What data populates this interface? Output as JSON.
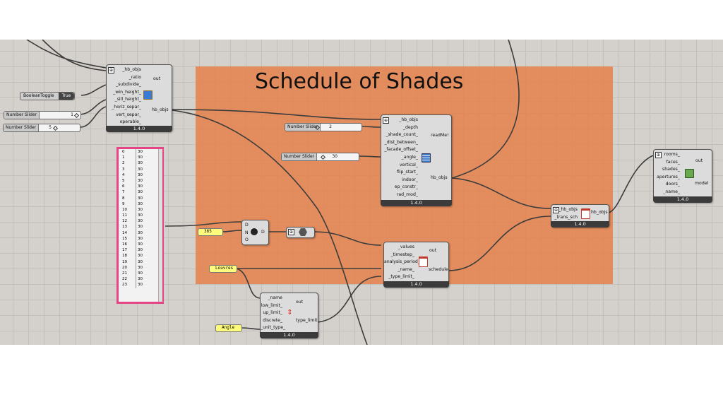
{
  "group": {
    "title": "Schedule of Shades"
  },
  "version": "1.4.0",
  "comp_top_left": {
    "inputs": [
      "_hb_objs",
      "_ratio",
      "_subdivide_",
      "_win_height_",
      "_sill_height_",
      "_horiz_separ_",
      "vert_separ_",
      "operable_"
    ],
    "outputs": [
      "out",
      "hb_objs"
    ]
  },
  "boolean_toggle": {
    "label": "BooleanToggle",
    "value": "True"
  },
  "slider_a": {
    "label": "Number Slider",
    "value": "1"
  },
  "slider_b": {
    "label": "Number Slider",
    "value": "5"
  },
  "slider_depth": {
    "label": "Number Slider",
    "value": "2"
  },
  "slider_angle": {
    "label": "Number Slider",
    "value": "30"
  },
  "comp_louvers": {
    "inputs": [
      "_hb_objs",
      "_depth",
      "_shade_count_",
      "_dist_between_",
      "_facade_offset_",
      "_angle_",
      "vertical_",
      "flip_start_",
      "indoor_",
      "ep_constr_",
      "rad_mod_"
    ],
    "outputs": [
      "readMe!",
      "hb_objs"
    ]
  },
  "list_panel": {
    "indices": [
      "0",
      "1",
      "2",
      "3",
      "4",
      "5",
      "6",
      "7",
      "8",
      "9",
      "10",
      "11",
      "12",
      "13",
      "14",
      "15",
      "16",
      "17",
      "18",
      "19",
      "20",
      "21",
      "22",
      "23"
    ],
    "values": [
      "30",
      "30",
      "30",
      "30",
      "30",
      "30",
      "30",
      "30",
      "30",
      "30",
      "30",
      "30",
      "30",
      "30",
      "30",
      "30",
      "30",
      "30",
      "30",
      "30",
      "30",
      "30",
      "30",
      "30"
    ]
  },
  "panel_365": "365",
  "panel_louvres": "Louvres",
  "panel_angle": "Angle",
  "comp_series": {
    "inputs": [
      "D",
      "N",
      "O"
    ],
    "output": "D"
  },
  "comp_schedule": {
    "inputs": [
      "_values",
      "_timestep_",
      "analysis_period_",
      "_name_",
      "_type_limit_"
    ],
    "outputs": [
      "out",
      "schedule"
    ]
  },
  "comp_typelimit": {
    "inputs": [
      "_name",
      "low_limit_",
      "up_limit_",
      "discrete_",
      "_unit_type_"
    ],
    "outputs": [
      "out",
      "type_limit"
    ]
  },
  "comp_trans": {
    "inputs": [
      "_hb_objs",
      "_trans_sch"
    ],
    "output": "hb_objs"
  },
  "comp_model": {
    "inputs": [
      "rooms_",
      "faces_",
      "shades_",
      "apertures_",
      "doors_",
      "_name_"
    ],
    "outputs": [
      "out",
      "model"
    ]
  },
  "toolbar_icons": [
    "python-icon",
    "flame-icon",
    "download-icon",
    "battery-icon",
    "grid-icon"
  ],
  "colors": {
    "group": "#e67e46",
    "canvas": "#d4d1cc",
    "wire": "#444444",
    "panel": "#fffb7d",
    "list_border": "#e64585"
  }
}
